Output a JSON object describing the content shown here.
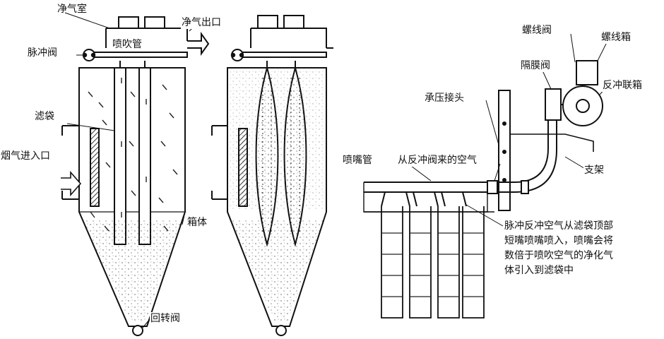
{
  "left_labels": {
    "clean_chamber": "净气室",
    "clean_gas_outlet": "净气出口",
    "blowpipe": "喷吹管",
    "pulse_valve": "脉冲阀",
    "filter_bag": "滤袋",
    "flue_gas_inlet": "烟气进入口",
    "housing": "箱体",
    "rotary_valve": "回转阀"
  },
  "right_labels": {
    "solenoid_valve": "螺线阀",
    "solenoid_box": "螺线箱",
    "diaphragm_valve": "隔膜阀",
    "pressure_fitting": "承压接头",
    "reverse_jet_box": "反冲联箱",
    "nozzle_pipe": "喷嘴管",
    "air_from_valve": "从反冲阀来的空气",
    "bracket": "支架"
  },
  "note_lines": [
    "脉冲反冲空气从滤袋顶部",
    "短嘴喷嘴喷入，喷嘴会将",
    "数倍于喷吹空气的净化气",
    "体引入到滤袋中"
  ],
  "colors": {
    "ink": "#111111",
    "paper": "#ffffff",
    "hatch": "#444444"
  }
}
